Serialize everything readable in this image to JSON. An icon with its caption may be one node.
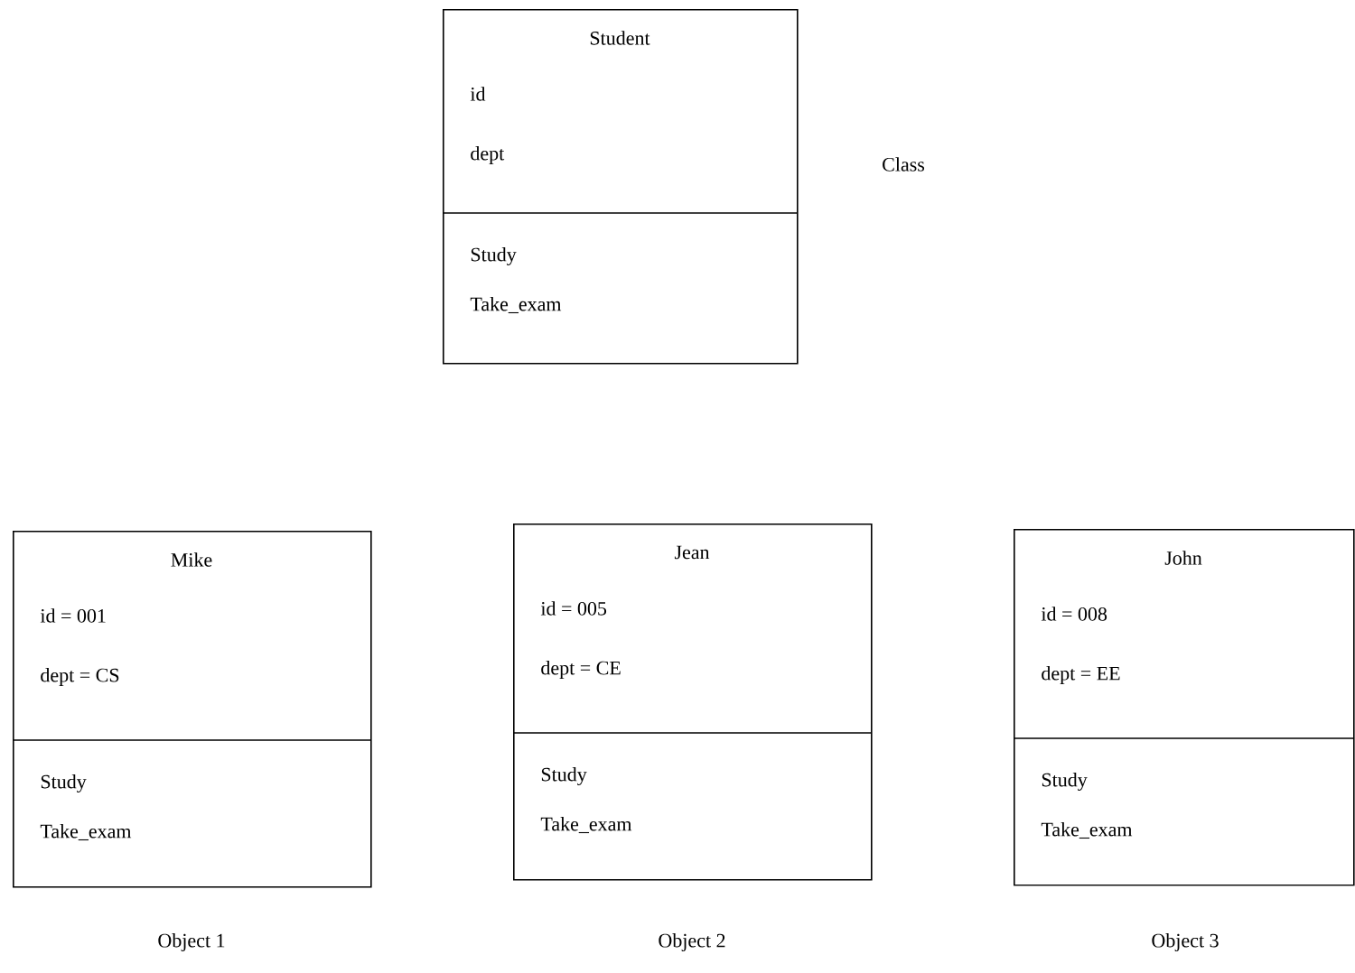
{
  "diagram": {
    "nodes": [
      {
        "text": [
          "Student",
          "id",
          "dept",
          "Study",
          "Take_exam"
        ]
      },
      {
        "text": [
          "Mike",
          "id = 001",
          "dept = CS",
          "Study",
          "Take_exam"
        ],
        "beside": [
          "Object 1"
        ]
      },
      {
        "text": [
          "Jean",
          "id = 005",
          "dept = CE",
          "Study",
          "Take_exam"
        ],
        "beside": [
          "Object 2"
        ]
      },
      {
        "text": [
          "John",
          "id = 008",
          "dept = EE",
          "Study",
          "Take_exam"
        ],
        "beside": [
          "Object 3"
        ]
      }
    ],
    "labels": [
      "Class"
    ]
  }
}
